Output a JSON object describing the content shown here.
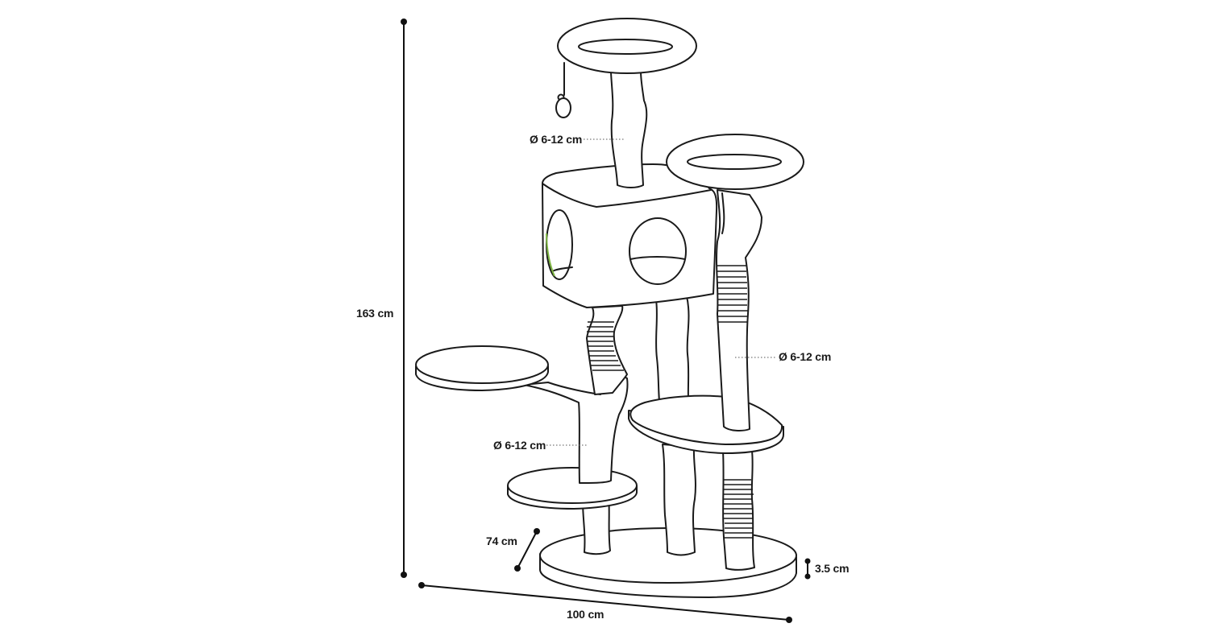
{
  "diagram": {
    "subject": "cat tree dimension drawing",
    "line_color": "#1a1a1a",
    "accent_color": "#7cb342",
    "dimensions": {
      "height": "163 cm",
      "width": "100 cm",
      "depth": "74 cm",
      "base_thickness": "3.5 cm"
    },
    "post_diameters": [
      {
        "label": "Ø 6-12 cm"
      },
      {
        "label": "Ø 6-12 cm"
      },
      {
        "label": "Ø 6-12 cm"
      }
    ]
  }
}
